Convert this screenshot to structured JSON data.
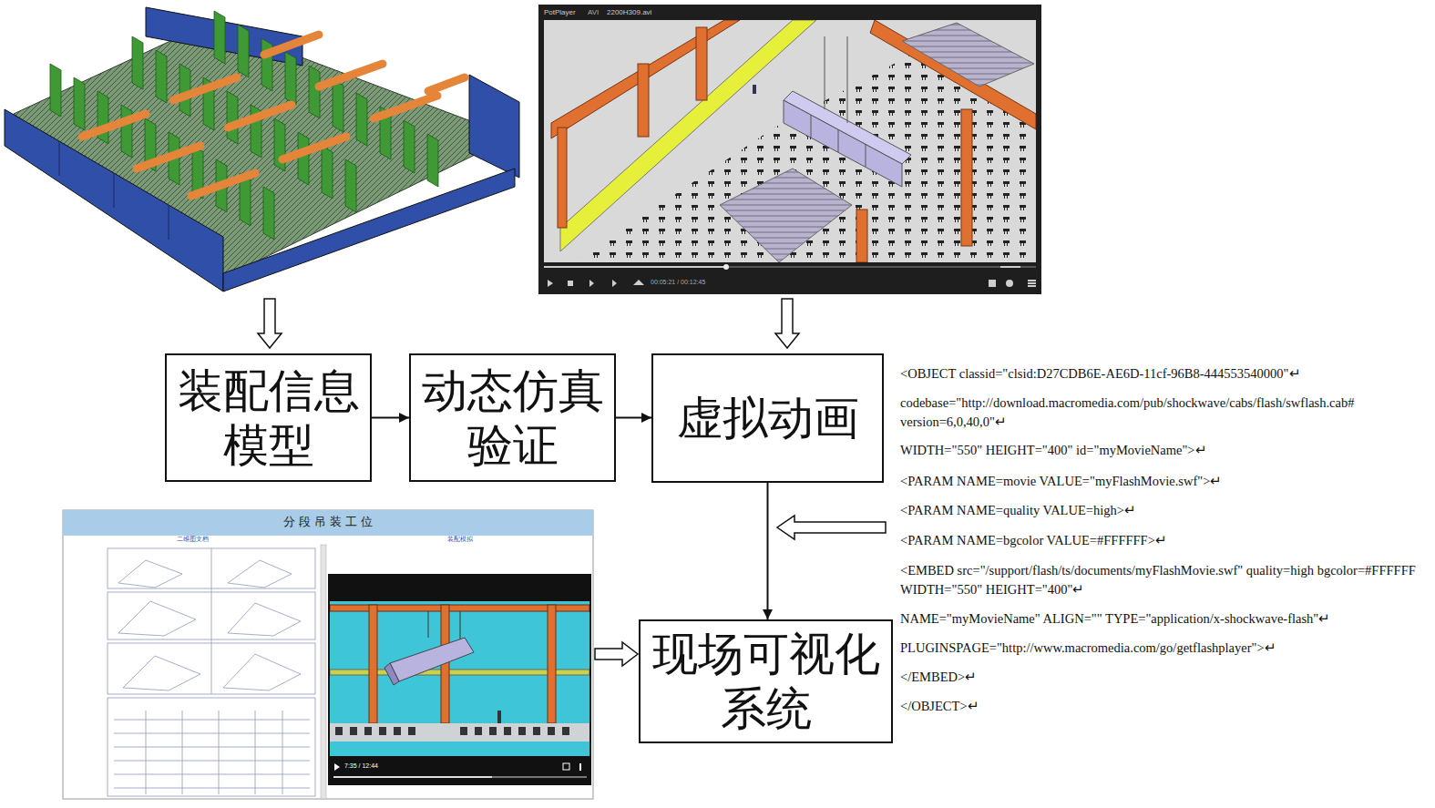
{
  "diagram": {
    "nodes": [
      {
        "text": [
          "装配信息模型"
        ]
      },
      {
        "text": [
          "动态仿真验证"
        ]
      },
      {
        "text": [
          "虚拟动画"
        ]
      },
      {
        "text": [
          "现场可视化系统"
        ]
      }
    ],
    "edges": [
      {
        "from": 0,
        "to": 1,
        "arrow": "to"
      },
      {
        "from": 1,
        "to": 2,
        "arrow": "to"
      },
      {
        "from": 2,
        "to": 3,
        "arrow": "to"
      }
    ],
    "labels": [
      "PotPlayer",
      "AVI",
      "2200H309.avi",
      "00:05:21 / 00:12:45",
      "<OBJECT classid=\"clsid:D27CDB6E-AE6D-11cf-96B8-444553540000\"↵",
      "codebase=\"http://download.macromedia.com/pub/shockwave/cabs/flash/swflash.cab# version=6,0,40,0\"↵",
      "WIDTH=\"550\" HEIGHT=\"400\" id=\"myMovieName\">↵",
      "<PARAM NAME=movie VALUE=\"myFlashMovie.swf\">↵",
      "<PARAM NAME=quality VALUE=high>↵",
      "<PARAM NAME=bgcolor VALUE=#FFFFFF>↵",
      "<EMBED src=\"/support/flash/ts/documents/myFlashMovie.swf\" quality=high bgcolor=#FFFFFF WIDTH=\"550\" HEIGHT=\"400\"↵",
      "NAME=\"myMovieName\" ALIGN=\"\" TYPE=\"application/x-shockwave-flash\"↵",
      "PLUGINSPAGE=\"http://www.macromedia.com/go/getflashplayer\">↵",
      "</EMBED>↵",
      "</OBJECT>↵",
      "分 段 吊 装 工 位",
      "二维图文档",
      "装配模拟",
      "7:35 / 12:44"
    ]
  }
}
